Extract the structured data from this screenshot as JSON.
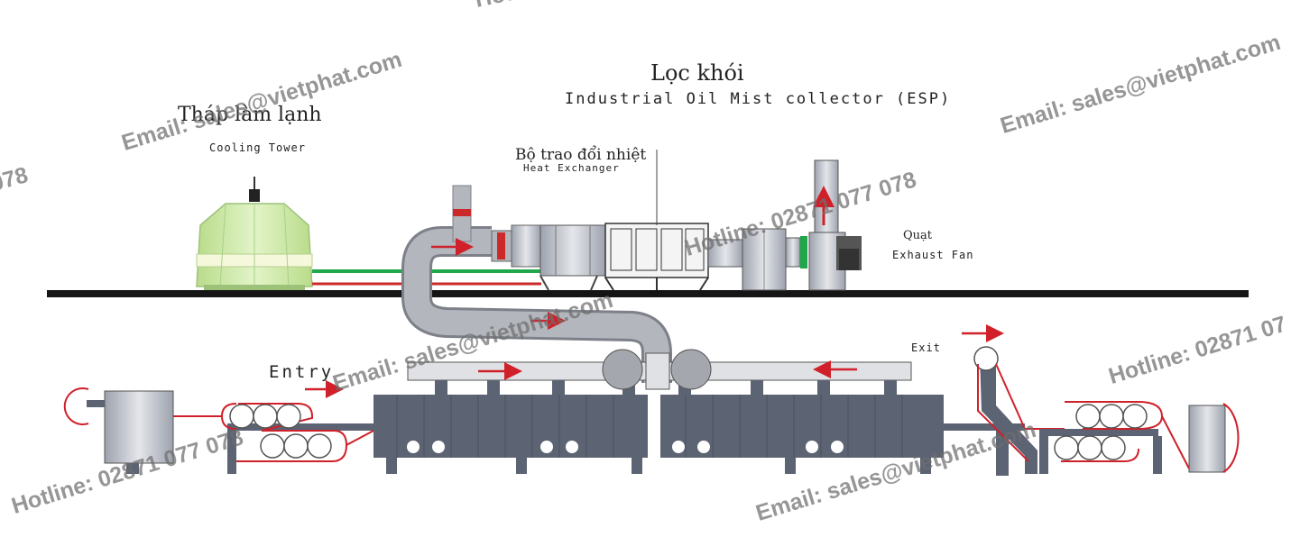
{
  "labels": {
    "cooling_tower_vi": "Tháp làm lạnh",
    "cooling_tower_en": "Cooling Tower",
    "esp_vi": "Lọc khói",
    "esp_en": "Industrial Oil Mist collector (ESP)",
    "heat_exchanger_vi": "Bộ trao đổi nhiệt",
    "heat_exchanger_en": "Heat Exchanger",
    "fan_vi": "Quạt",
    "fan_en": "Exhaust Fan",
    "entry": "Entry",
    "exit": "Exit"
  },
  "watermarks": {
    "email": "Email: sales@vietphat.com",
    "hotline": "Hotline: 02871 077 078",
    "hotline_partial": "Hotline: 02871 07",
    "hotline_cut": "Hotli",
    "number_cut": "078"
  },
  "colors": {
    "machine": "#5c6373",
    "machine_light": "#9aa0ad",
    "duct": "#a4a7ad",
    "tower_green": "#cfe8a8",
    "pipe_green": "#1fa84a",
    "pipe_red": "#cc2a2a",
    "arrow": "#d0202a",
    "floor": "#151515"
  }
}
